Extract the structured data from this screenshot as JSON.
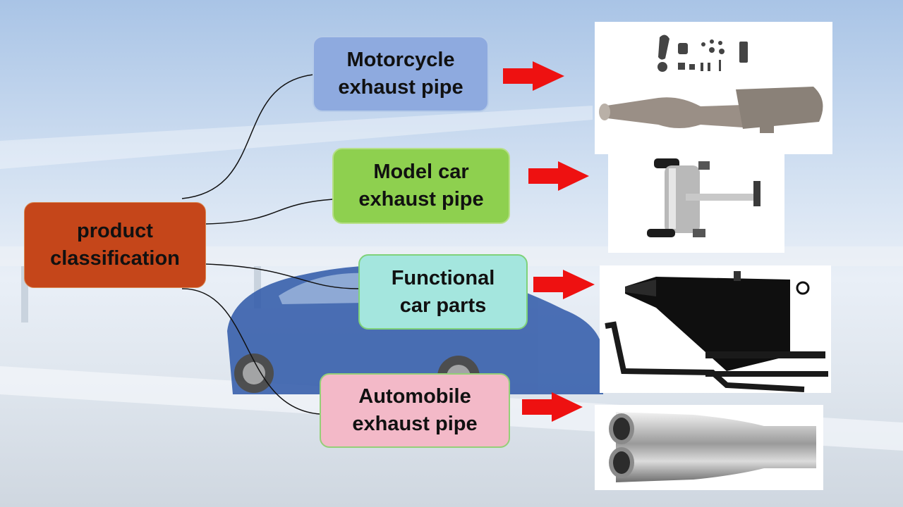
{
  "root": {
    "line1": "product",
    "line2": "classification"
  },
  "categories": [
    {
      "line1": "Motorcycle",
      "line2": "exhaust pipe",
      "fill": "#8eaadf"
    },
    {
      "line1": "Model car",
      "line2": "exhaust pipe",
      "fill": "#8ed04f"
    },
    {
      "line1": "Functional",
      "line2": "car parts",
      "fill": "#a4e6de"
    },
    {
      "line1": "Automobile",
      "line2": "exhaust pipe",
      "fill": "#f3b9c8"
    }
  ],
  "colors": {
    "root": "#c5461a",
    "arrow": "#ee1111",
    "connector": "#111111"
  }
}
